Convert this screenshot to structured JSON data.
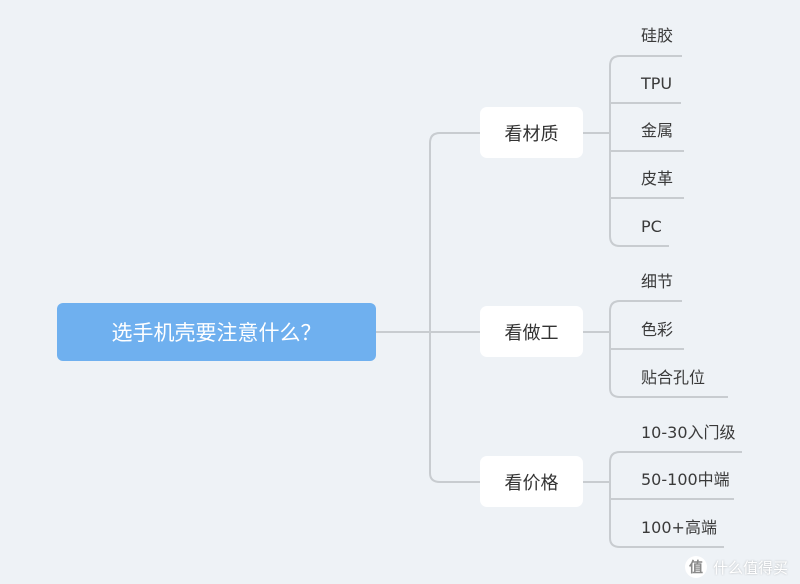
{
  "root": "选手机壳要注意什么？",
  "branches": [
    {
      "label": "看材质",
      "items": [
        "硅胶",
        "TPU",
        "金属",
        "皮革",
        "PC"
      ]
    },
    {
      "label": "看做工",
      "items": [
        "细节",
        "色彩",
        "贴合孔位"
      ]
    },
    {
      "label": "看价格",
      "items": [
        "10-30入门级",
        "50-100中端",
        "100+高端"
      ]
    }
  ],
  "watermark": {
    "icon": "值",
    "text": "什么值得买"
  },
  "colors": {
    "background": "#eef2f6",
    "root_fill": "#6fb0ef",
    "connector": "#c8ccd0",
    "branch_fill": "#ffffff"
  }
}
